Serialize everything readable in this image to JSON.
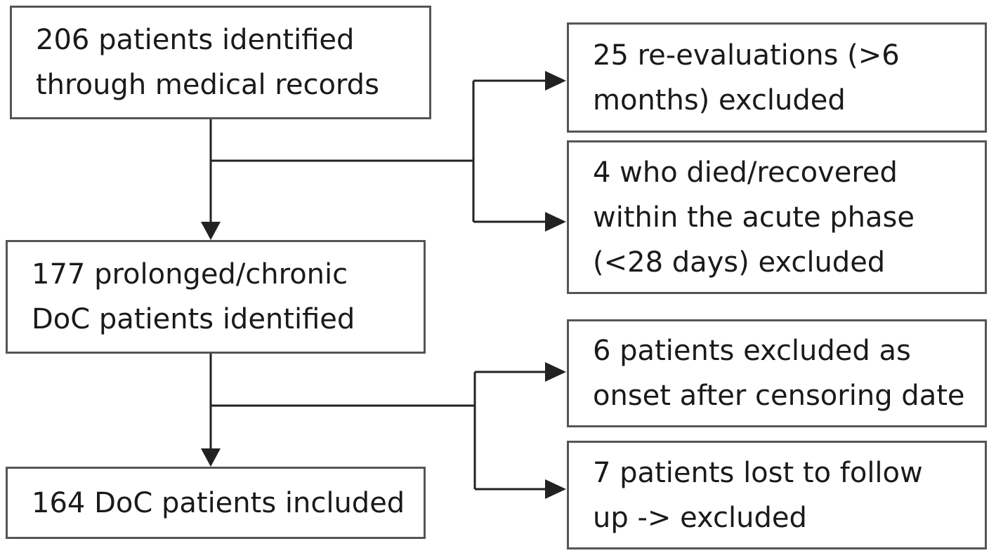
{
  "flowchart": {
    "main_boxes": [
      {
        "id": "identified",
        "lines": [
          "206 patients identified",
          "through medical records"
        ]
      },
      {
        "id": "prolonged",
        "lines": [
          "177 prolonged/chronic",
          "DoC patients identified"
        ]
      },
      {
        "id": "included",
        "lines": [
          "164 DoC patients included"
        ]
      }
    ],
    "exclusion_boxes": [
      {
        "id": "reevaluations",
        "lines": [
          "25 re-evaluations (>6",
          "months) excluded"
        ]
      },
      {
        "id": "died",
        "lines": [
          "4 who died/recovered",
          "within the acute phase",
          "(<28 days) excluded"
        ]
      },
      {
        "id": "onset",
        "lines": [
          "6 patients excluded as",
          "onset after censoring date"
        ]
      },
      {
        "id": "lost",
        "lines": [
          "7 patients lost to follow",
          "up -> excluded"
        ]
      }
    ],
    "colors": {
      "border": "#555555",
      "line": "#222222",
      "text": "#1a1a1a"
    }
  }
}
